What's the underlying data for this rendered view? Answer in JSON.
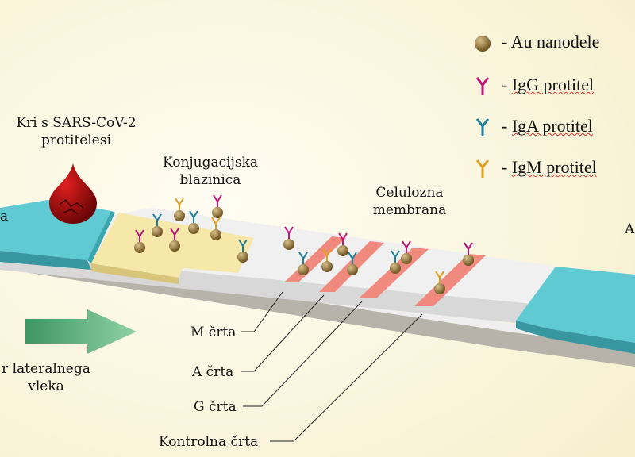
{
  "legend": {
    "items": [
      {
        "icon": "gold-nanoparticle-icon",
        "dash": "-",
        "text": "Au nanodele",
        "color": "#8b6b2e"
      },
      {
        "icon": "igg-antibody-icon",
        "dash": "-",
        "text": "IgG protitel",
        "color": "#c0147a"
      },
      {
        "icon": "iga-antibody-icon",
        "dash": "-",
        "text": "IgA protitel",
        "color": "#1f7f9a"
      },
      {
        "icon": "igm-antibody-icon",
        "dash": "-",
        "text": "IgM protitel",
        "color": "#e0a020"
      }
    ]
  },
  "labels": {
    "blood_line1": "Kri s SARS-CoV-2",
    "blood_line2": "protitelesi",
    "left_cut": "a",
    "conj_line1": "Konjugacijska",
    "conj_line2": "blazinica",
    "membrane_line1": "Celulozna",
    "membrane_line2": "membrana",
    "right_cut": "A",
    "flow_line1": "r lateralnega",
    "flow_line2": "vleka",
    "m_line": "M črta",
    "a_line": "A črta",
    "g_line": "G črta",
    "control_line": "Kontrolna črta"
  },
  "colors": {
    "pad": "#56c8d0",
    "conjugate_pad": "#f5e6a6",
    "test_line": "#f08a7e",
    "arrow": "#4ea36a",
    "blood": "#b00d0d"
  }
}
